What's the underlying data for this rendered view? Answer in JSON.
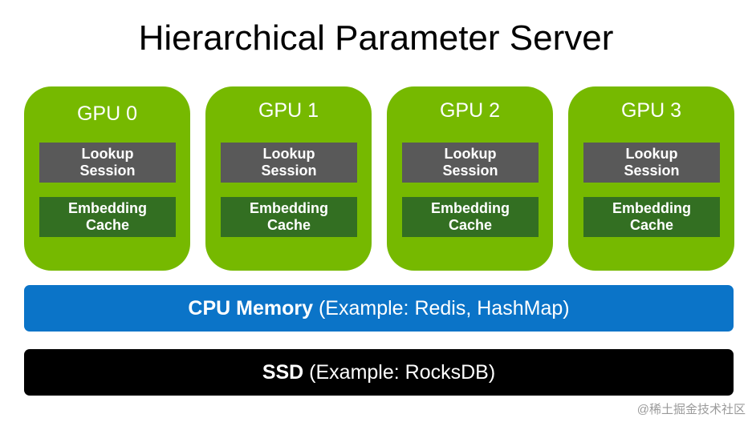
{
  "title": "Hierarchical Parameter Server",
  "gpus": [
    {
      "label": "GPU 0",
      "lookup": [
        "Lookup",
        "Session"
      ],
      "cache": [
        "Embedding",
        "Cache"
      ]
    },
    {
      "label": "GPU 1",
      "lookup": [
        "Lookup",
        "Session"
      ],
      "cache": [
        "Embedding",
        "Cache"
      ]
    },
    {
      "label": "GPU 2",
      "lookup": [
        "Lookup",
        "Session"
      ],
      "cache": [
        "Embedding",
        "Cache"
      ]
    },
    {
      "label": "GPU 3",
      "lookup": [
        "Lookup",
        "Session"
      ],
      "cache": [
        "Embedding",
        "Cache"
      ]
    }
  ],
  "cpu": {
    "name": "CPU Memory",
    "detail": " (Example: Redis, HashMap)"
  },
  "ssd": {
    "name": "SSD",
    "detail": " (Example: RocksDB)"
  },
  "watermark": "@稀土掘金技术社区",
  "colors": {
    "gpu_green": "#76b900",
    "lookup_gray": "#595959",
    "cache_green": "#336f22",
    "cpu_blue": "#0b74c8",
    "ssd_black": "#000000"
  }
}
